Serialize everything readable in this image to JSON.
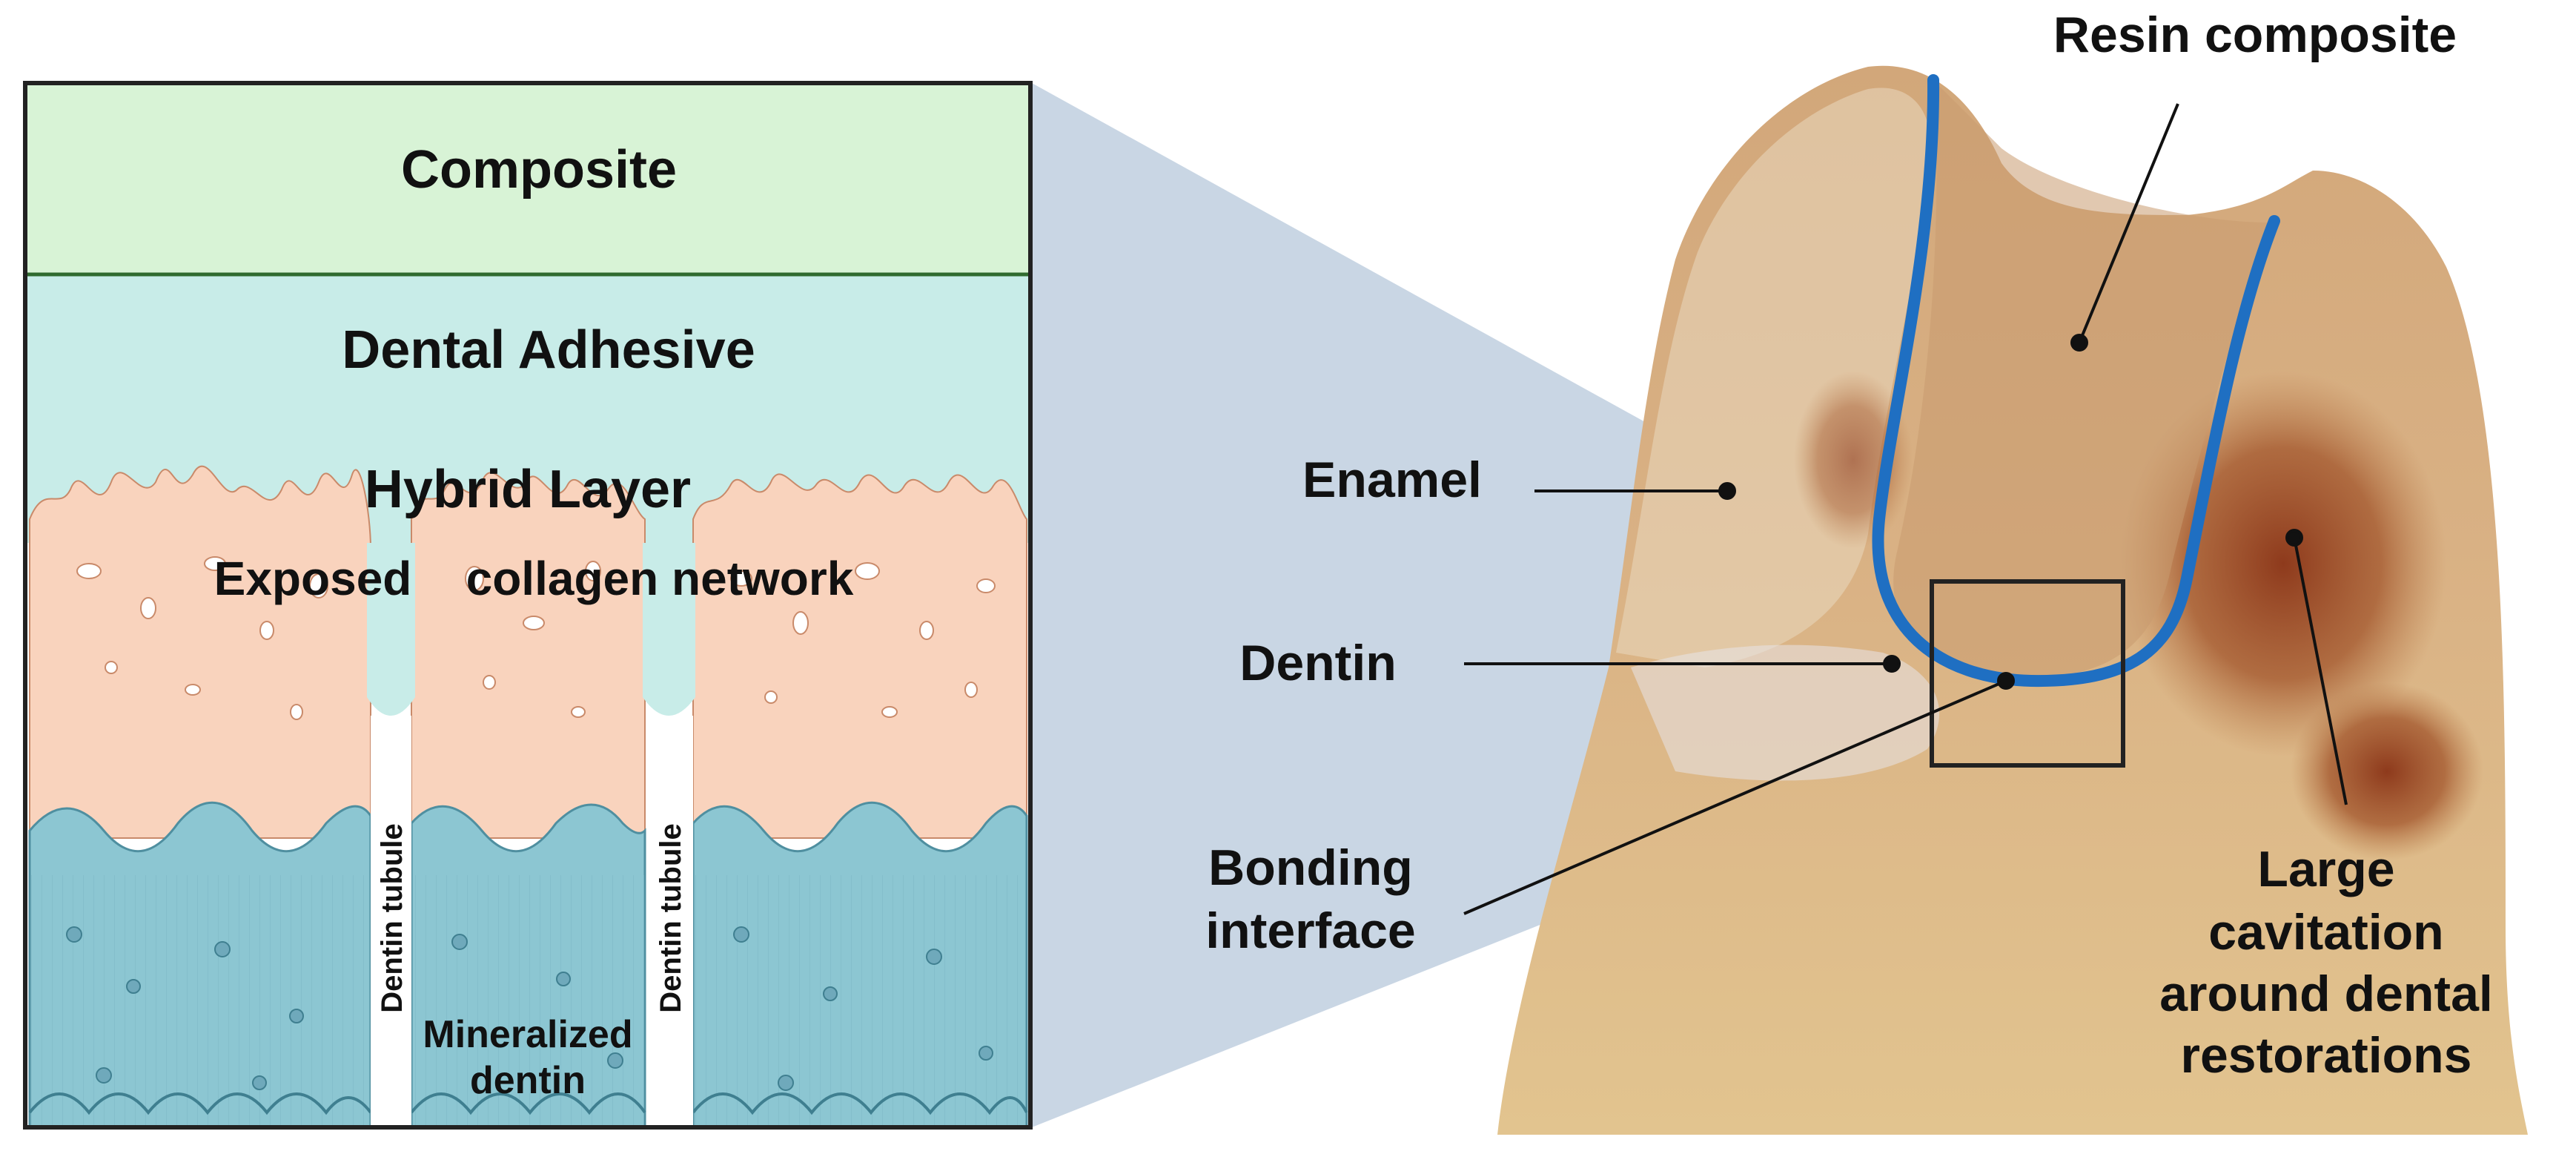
{
  "left_panel": {
    "composite": "Composite",
    "dental_adhesive": "Dental Adhesive",
    "hybrid_layer": "Hybrid Layer",
    "exposed": "Exposed",
    "collagen_network": "collagen network",
    "dentin_tubule_1": "Dentin tubule",
    "dentin_tubule_2": "Dentin tubule",
    "mineralized_line1": "Mineralized",
    "mineralized_line2": "dentin"
  },
  "right_panel": {
    "resin_composite": "Resin composite",
    "enamel": "Enamel",
    "dentin": "Dentin",
    "bonding_line1": "Bonding",
    "bonding_line2": "interface",
    "cavitation_line1": "Large",
    "cavitation_line2": "cavitation",
    "cavitation_line3": "around dental",
    "cavitation_line4": "restorations"
  },
  "colors": {
    "composite_fill": "#d8f3d6",
    "composite_border": "#2f6b2f",
    "adhesive_fill": "#c8ece8",
    "hybrid_fill": "#f9d3bd",
    "mineral_fill": "#8cc6d2",
    "restoration_outline": "#1f6fc2",
    "zoom_wedge": "#c9d6e4"
  }
}
